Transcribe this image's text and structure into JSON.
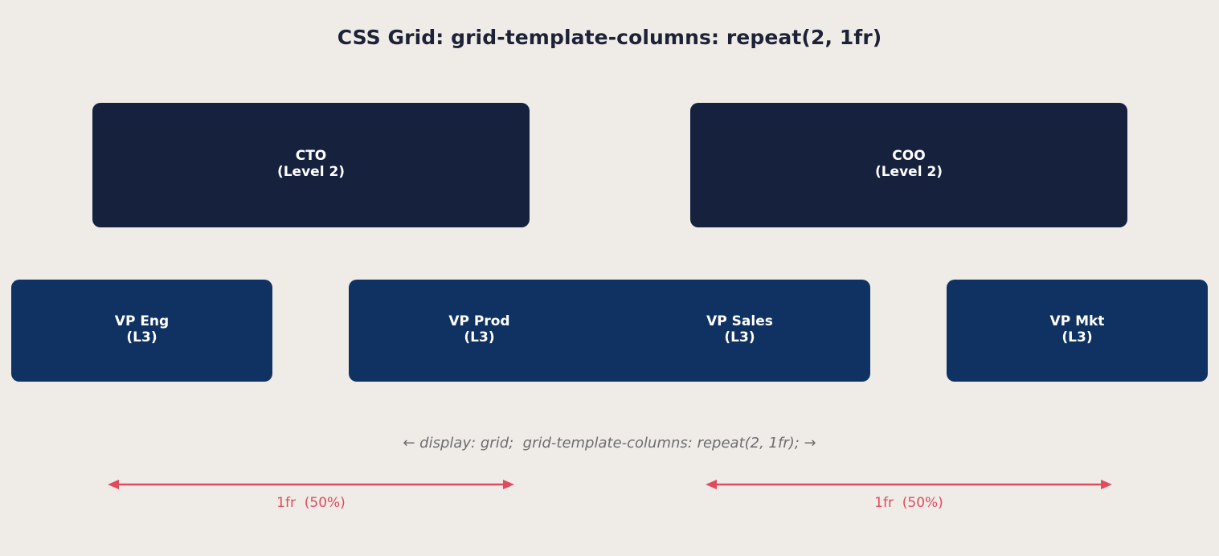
{
  "title": "CSS Grid: grid-template-columns: repeat(2, 1fr)",
  "colors": {
    "background": "#efece8",
    "title_text": "#1d2236",
    "level2_box": "#16213e",
    "level3_box": "#103262",
    "box_text": "#ffffff",
    "caption_text": "#6e6e6e",
    "measure_accent": "#e24a5e"
  },
  "diagram": {
    "rows": [
      {
        "row_name": "level-2-row",
        "nodes": [
          {
            "name": "CTO",
            "sub": "(Level 2)"
          },
          {
            "name": "COO",
            "sub": "(Level 2)"
          }
        ]
      },
      {
        "row_name": "level-3-row",
        "nodes": [
          {
            "name": "VP Eng",
            "sub": "(L3)"
          },
          {
            "name": "VP Prod",
            "sub": "(L3)"
          },
          {
            "name": "VP Sales",
            "sub": "(L3)"
          },
          {
            "name": "VP Mkt",
            "sub": "(L3)"
          }
        ]
      }
    ]
  },
  "caption": "← display: grid;  grid-template-columns: repeat(2, 1fr); →",
  "measures": [
    {
      "label": "1fr  (50%)"
    },
    {
      "label": "1fr  (50%)"
    }
  ]
}
